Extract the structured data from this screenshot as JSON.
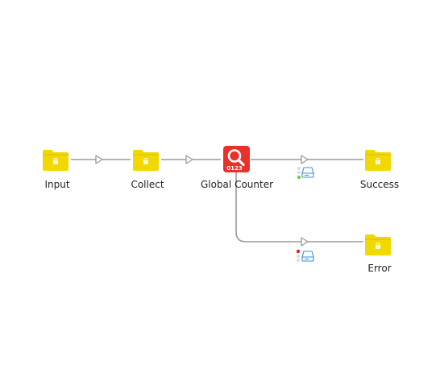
{
  "colors": {
    "folder": "#f0d800",
    "folder_dark": "#d9c200",
    "connector": "#9a9a9a",
    "arrow": "#9a9a9a",
    "counter_red": "#e8312b",
    "status_red": "#e52020",
    "status_green": "#7ac943",
    "status_grey": "#d9dde3",
    "drive_blue": "#3d8fd6"
  },
  "nodes": [
    {
      "id": "input",
      "label": "Input",
      "icon": "folder-lock-icon"
    },
    {
      "id": "collect",
      "label": "Collect",
      "icon": "folder-lock-icon"
    },
    {
      "id": "global_counter",
      "label": "Global Counter",
      "icon": "counter-magnifier-icon",
      "badge": "0123"
    },
    {
      "id": "success",
      "label": "Success",
      "icon": "folder-lock-icon"
    },
    {
      "id": "error",
      "label": "Error",
      "icon": "folder-lock-icon"
    }
  ],
  "connections": [
    {
      "from": "input",
      "to": "collect"
    },
    {
      "from": "collect",
      "to": "global_counter"
    },
    {
      "from": "global_counter",
      "to": "success",
      "status": "success",
      "status_icon": "drive-icon"
    },
    {
      "from": "global_counter",
      "to": "error",
      "status": "error",
      "status_icon": "drive-icon"
    }
  ]
}
